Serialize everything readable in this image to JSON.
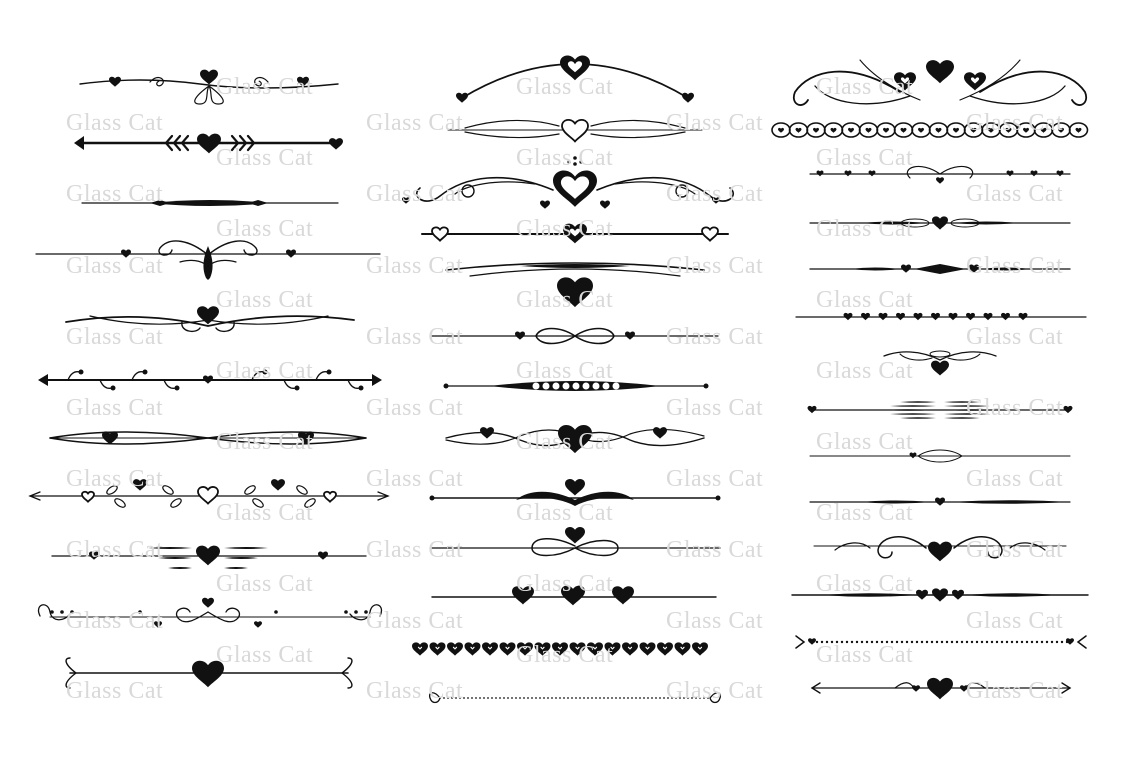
{
  "watermark": {
    "text": "Glass Cat",
    "color": "#d9d9d9"
  },
  "ink_color": "#111111",
  "columns": [
    {
      "name": "left",
      "dividers": [
        "swirl-hearts",
        "arrow-heart",
        "diamond-line",
        "ornate-center-hearts",
        "wave-heart",
        "vine-heart",
        "twist-hearts",
        "leafy-hearts",
        "feather-heart",
        "scroll-hearts",
        "bracket-heart"
      ]
    },
    {
      "name": "middle",
      "dividers": [
        "arc-heart",
        "outline-heart-flourish",
        "ornate-big-heart",
        "outline-hearts-line",
        "curve-big-heart",
        "infinity-heart",
        "beaded-line",
        "wave-big-heart",
        "swallow-heart",
        "loop-heart",
        "three-hearts",
        "heart-chain",
        "dotted-line"
      ]
    },
    {
      "name": "right",
      "dividers": [
        "baroque-hearts",
        "heart-chain-outline",
        "tiny-hearts-swirl",
        "slim-heart",
        "diamond-hearts",
        "dotted-hearts",
        "small-heart-flourish",
        "feather-line",
        "thin-heart",
        "spear-heart",
        "scroll-heart",
        "triple-hearts-line",
        "dotted-arrow",
        "arrow-big-heart"
      ]
    }
  ]
}
